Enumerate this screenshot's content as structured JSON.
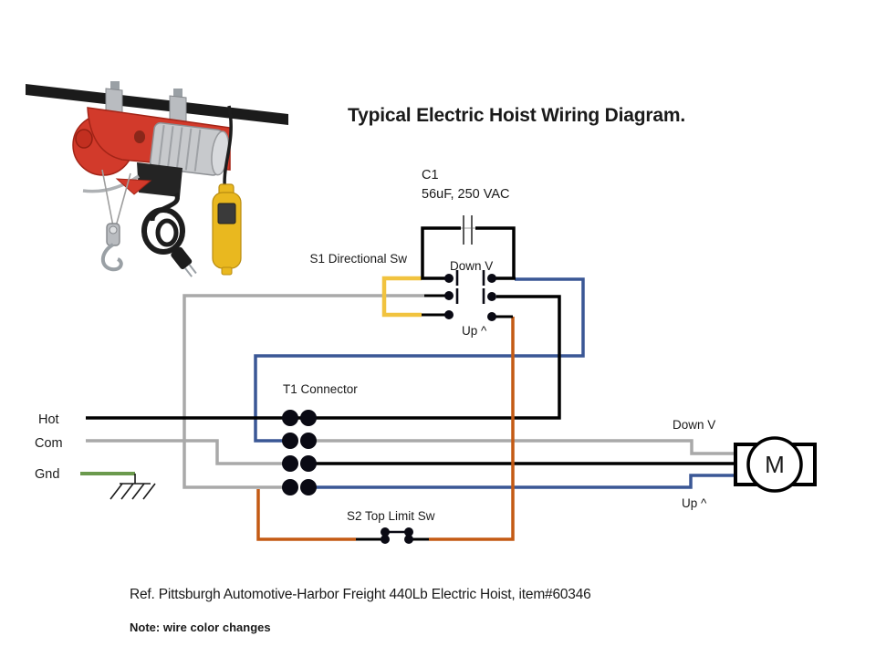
{
  "title": "Typical Electric Hoist Wiring Diagram.",
  "labels": {
    "c1_ref": "C1",
    "c1_value": "56uF, 250 VAC",
    "s1": "S1 Directional Sw",
    "s1_down": "Down V",
    "s1_up": "Up ^",
    "t1": "T1 Connector",
    "s2": "S2 Top Limit Sw",
    "hot": "Hot",
    "com": "Com",
    "gnd": "Gnd",
    "motor_down": "Down V",
    "motor_up": "Up ^",
    "motor": "M"
  },
  "footer": {
    "reference": "Ref. Pittsburgh Automotive-Harbor Freight 440Lb Electric Hoist,  item#60346",
    "note": "Note: wire color changes"
  },
  "wire_colors": {
    "black": "#000000",
    "gray": "#A9A9A9",
    "blue": "#3A5795",
    "yellow": "#F1C33F",
    "orange": "#C45A14",
    "green": "#6B9A4D"
  },
  "photo_colors": {
    "hoist_red": "#D23A2B",
    "pendant_yellow": "#E9B81F",
    "beam_black": "#1B1B1B",
    "metal_gray": "#C3C6C9"
  }
}
